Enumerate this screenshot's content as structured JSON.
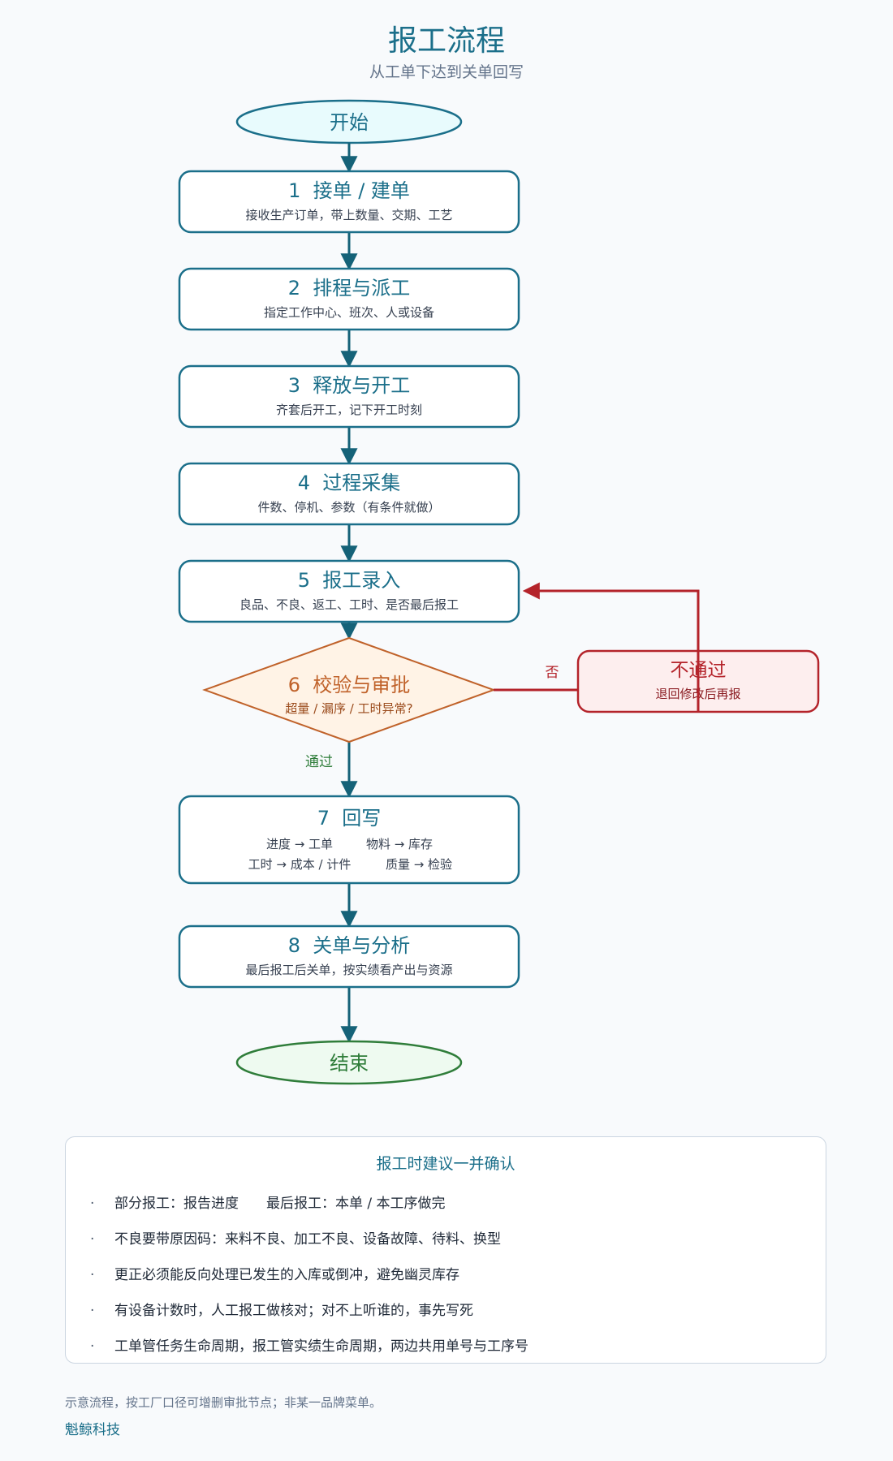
{
  "header": {
    "title": "报工流程",
    "subtitle": "从工单下达到关单回写"
  },
  "flow": {
    "start_label": "开始",
    "end_label": "结束",
    "steps": [
      {
        "title": "1  接单 / 建单",
        "desc": "接收生产订单，带上数量、交期、工艺"
      },
      {
        "title": "2  排程与派工",
        "desc": "指定工作中心、班次、人或设备"
      },
      {
        "title": "3  释放与开工",
        "desc": "齐套后开工，记下开工时刻"
      },
      {
        "title": "4  过程采集",
        "desc": "件数、停机、参数（有条件就做）"
      },
      {
        "title": "5  报工录入",
        "desc": "良品、不良、返工、工时、是否最后报工"
      }
    ],
    "decision": {
      "title": "6  校验与审批",
      "desc": "超量 / 漏序 / 工时异常?"
    },
    "reject": {
      "title": "不通过",
      "desc": "退回修改后再报",
      "edge_label": "否"
    },
    "pass_label": "通过",
    "writeback": {
      "title": "7  回写",
      "line1_a": "进度 → 工单",
      "line1_b": "物料 → 库存",
      "line2_a": "工时 → 成本 / 计件",
      "line2_b": "质量 → 检验"
    },
    "close": {
      "title": "8  关单与分析",
      "desc": "最后报工后关单，按实绩看产出与资源"
    }
  },
  "notes": {
    "title": "报工时建议一并确认",
    "bullet": "·",
    "items": [
      {
        "a": "部分报工：报告进度",
        "b": "最后报工：本单 / 本工序做完"
      },
      {
        "a": "不良要带原因码：来料不良、加工不良、设备故障、待料、换型"
      },
      {
        "a": "更正必须能反向处理已发生的入库或倒冲，避免幽灵库存"
      },
      {
        "a": "有设备计数时，人工报工做核对；对不上听谁的，事先写死"
      },
      {
        "a": "工单管任务生命周期，报工管实绩生命周期，两边共用单号与工序号"
      }
    ]
  },
  "footer": {
    "note": "示意流程，按工厂口径可增删审批节点；非某一品牌菜单。",
    "brand": "魁鲸科技"
  },
  "colors": {
    "teal": "#1b6f8a",
    "teal_dark": "#156278",
    "orange": "#c0622a",
    "orange_fill": "#fff3e6",
    "red": "#b4232a",
    "red_fill": "#fdeeee",
    "green": "#2f7d3a",
    "green_fill": "#eefaf0",
    "start_fill": "#e8fbfd"
  }
}
